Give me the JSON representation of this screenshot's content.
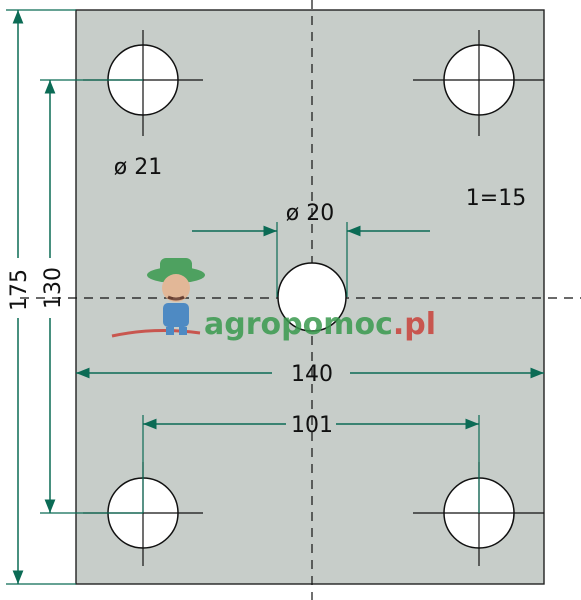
{
  "drawing": {
    "plate_fill": "#c7cdc9",
    "dim_color": "#0b6b55",
    "dims": {
      "height_total": "175",
      "height_holes": "130",
      "width_total": "140",
      "width_holes": "101",
      "hole_corner": "ø 21",
      "hole_center": "ø 20",
      "scale": "1=15"
    }
  },
  "watermark": {
    "text_agro": "agro",
    "text_pomoc": "pomoc",
    "text_pl": ".pl",
    "color_green": "#3a9a4e",
    "color_red": "#c9423a",
    "icon": "farmer-mascot-icon"
  }
}
